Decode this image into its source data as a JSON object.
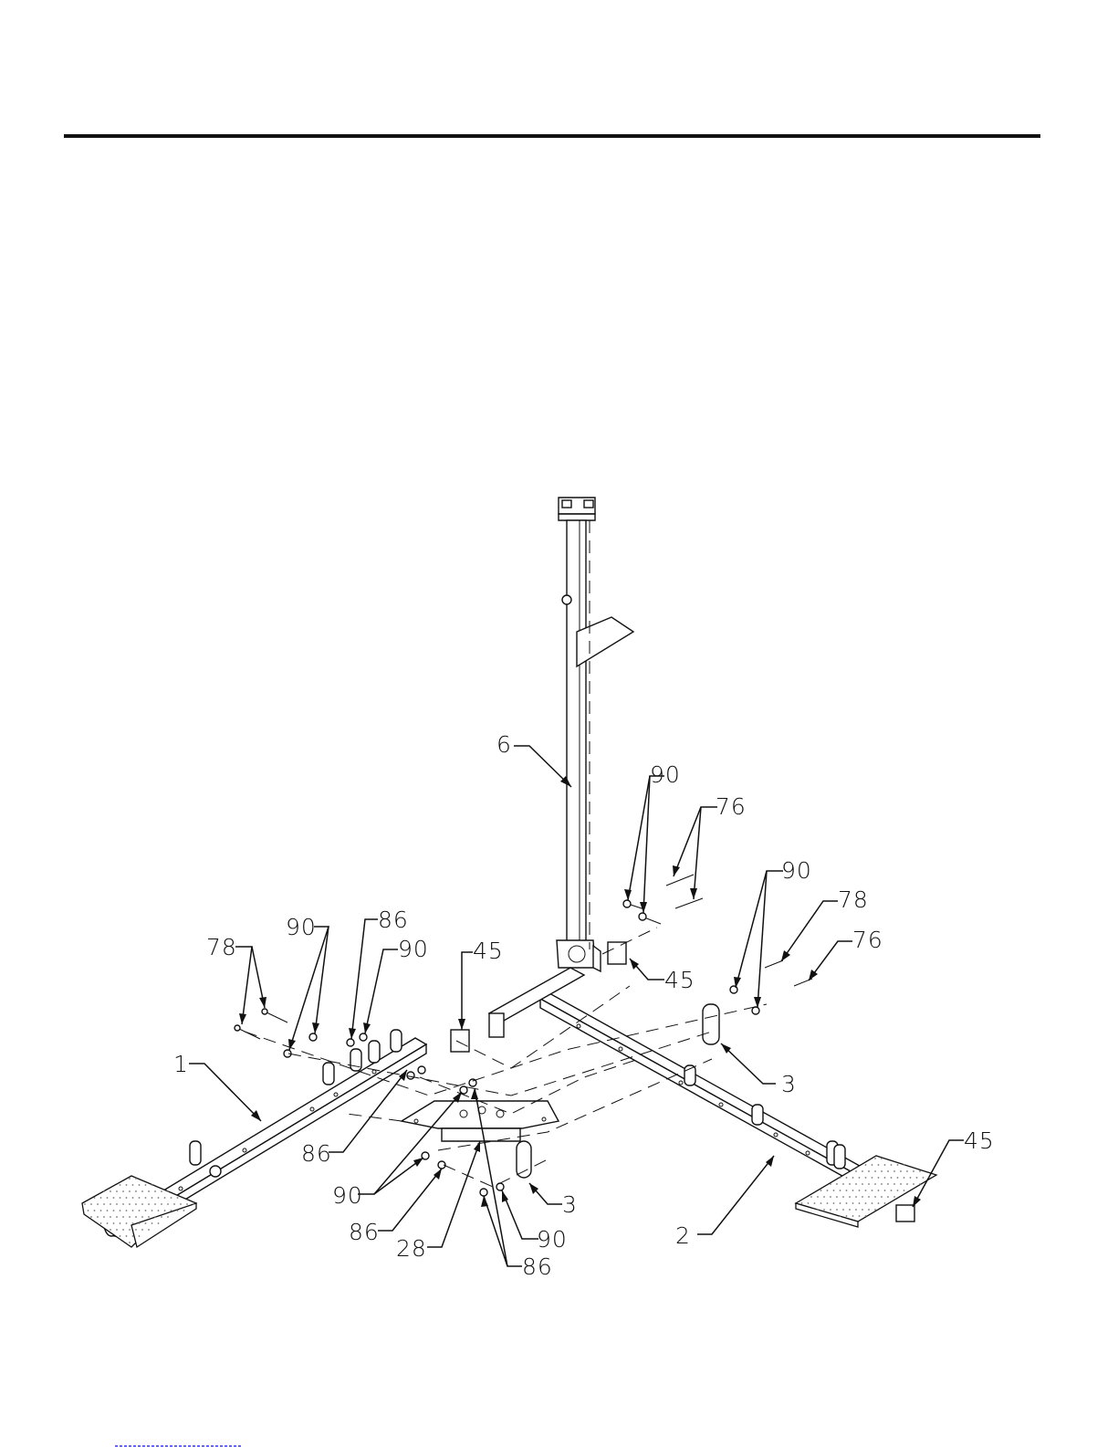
{
  "callouts": [
    {
      "id": "c6",
      "label": "6",
      "icon": "arrow-pointer"
    },
    {
      "id": "c90a",
      "label": "90"
    },
    {
      "id": "c76a",
      "label": "76"
    },
    {
      "id": "c90b",
      "label": "90"
    },
    {
      "id": "c78a",
      "label": "78"
    },
    {
      "id": "c76b",
      "label": "76"
    },
    {
      "id": "c45a",
      "label": "45"
    },
    {
      "id": "c45b",
      "label": "45"
    },
    {
      "id": "c3a",
      "label": "3"
    },
    {
      "id": "c45c",
      "label": "45"
    },
    {
      "id": "c2",
      "label": "2"
    },
    {
      "id": "c78b",
      "label": "78"
    },
    {
      "id": "c90c",
      "label": "90"
    },
    {
      "id": "c86a",
      "label": "86"
    },
    {
      "id": "c90d",
      "label": "90"
    },
    {
      "id": "c1",
      "label": "1"
    },
    {
      "id": "c86b",
      "label": "86"
    },
    {
      "id": "c90e",
      "label": "90"
    },
    {
      "id": "c86c",
      "label": "86"
    },
    {
      "id": "c28",
      "label": "28"
    },
    {
      "id": "c3b",
      "label": "3"
    },
    {
      "id": "c90f",
      "label": "90"
    },
    {
      "id": "c86d",
      "label": "86"
    }
  ],
  "colors": {
    "ink": "#111111",
    "paper": "#ffffff",
    "tread": "#777777",
    "link": "#3333ff"
  }
}
